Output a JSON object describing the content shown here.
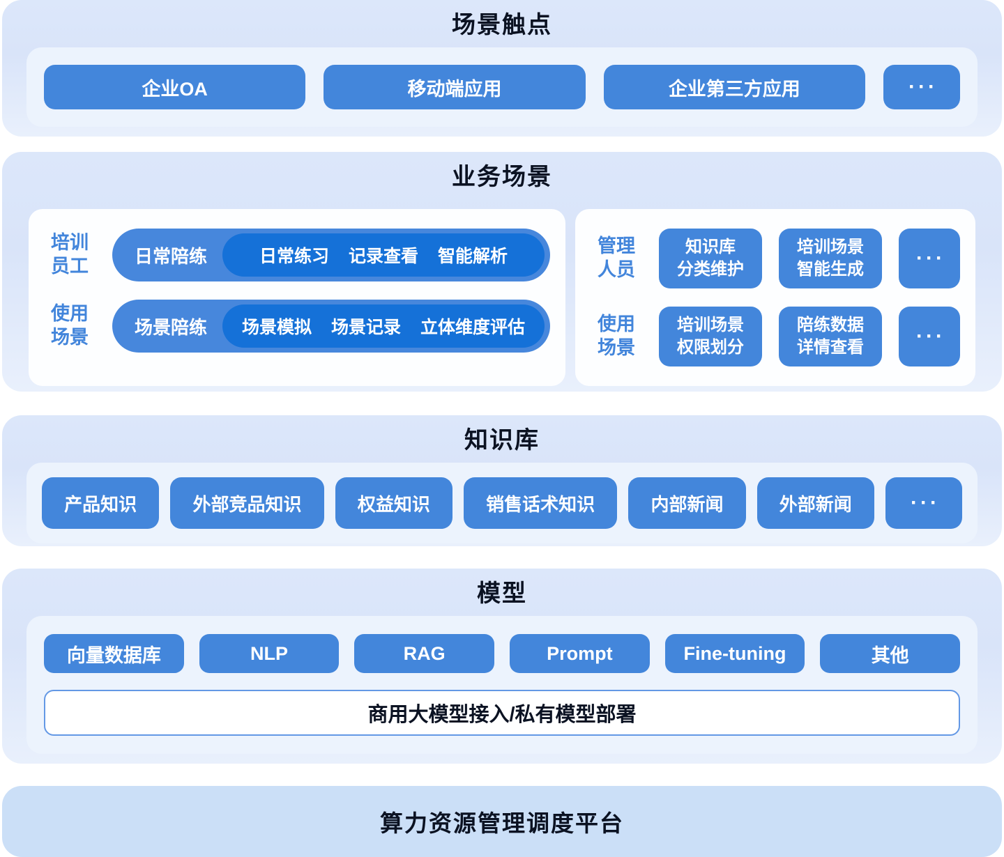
{
  "colors": {
    "section_bg": "#dce7fa",
    "section_shadow": "#7e95e0",
    "tray_bg": "#ecf3fd",
    "chip_blue": "#4386db",
    "pill_inner_blue": "#1571d8",
    "label_blue": "#4285db",
    "title_dark": "#0b1222",
    "bottom_bar_bg": "#cbdff7"
  },
  "touchpoints": {
    "title": "场景触点",
    "buttons": [
      "企业OA",
      "移动端应用",
      "企业第三方应用"
    ],
    "more": "···"
  },
  "business": {
    "title": "业务场景",
    "left_card": {
      "rows": [
        {
          "label_lines": [
            "培训",
            "员工"
          ],
          "pill_label": "日常陪练",
          "items": [
            "日常练习",
            "记录查看",
            "智能解析"
          ]
        },
        {
          "label_lines": [
            "使用",
            "场景"
          ],
          "pill_label": "场景陪练",
          "items": [
            "场景模拟",
            "场景记录",
            "立体维度评估"
          ]
        }
      ]
    },
    "right_card": {
      "rows": [
        {
          "label_lines": [
            "管理",
            "人员"
          ],
          "buttons": [
            {
              "line1": "知识库",
              "line2": "分类维护"
            },
            {
              "line1": "培训场景",
              "line2": "智能生成"
            }
          ],
          "more": "···"
        },
        {
          "label_lines": [
            "使用",
            "场景"
          ],
          "buttons": [
            {
              "line1": "培训场景",
              "line2": "权限划分"
            },
            {
              "line1": "陪练数据",
              "line2": "详情查看"
            }
          ],
          "more": "···"
        }
      ]
    }
  },
  "knowledge": {
    "title": "知识库",
    "buttons": [
      "产品知识",
      "外部竞品知识",
      "权益知识",
      "销售话术知识",
      "内部新闻",
      "外部新闻"
    ],
    "more": "···"
  },
  "model": {
    "title": "模型",
    "buttons": [
      "向量数据库",
      "NLP",
      "RAG",
      "Prompt",
      "Fine-tuning",
      "其他"
    ],
    "bar": "商用大模型接入/私有模型部署"
  },
  "platform": {
    "title": "算力资源管理调度平台"
  }
}
